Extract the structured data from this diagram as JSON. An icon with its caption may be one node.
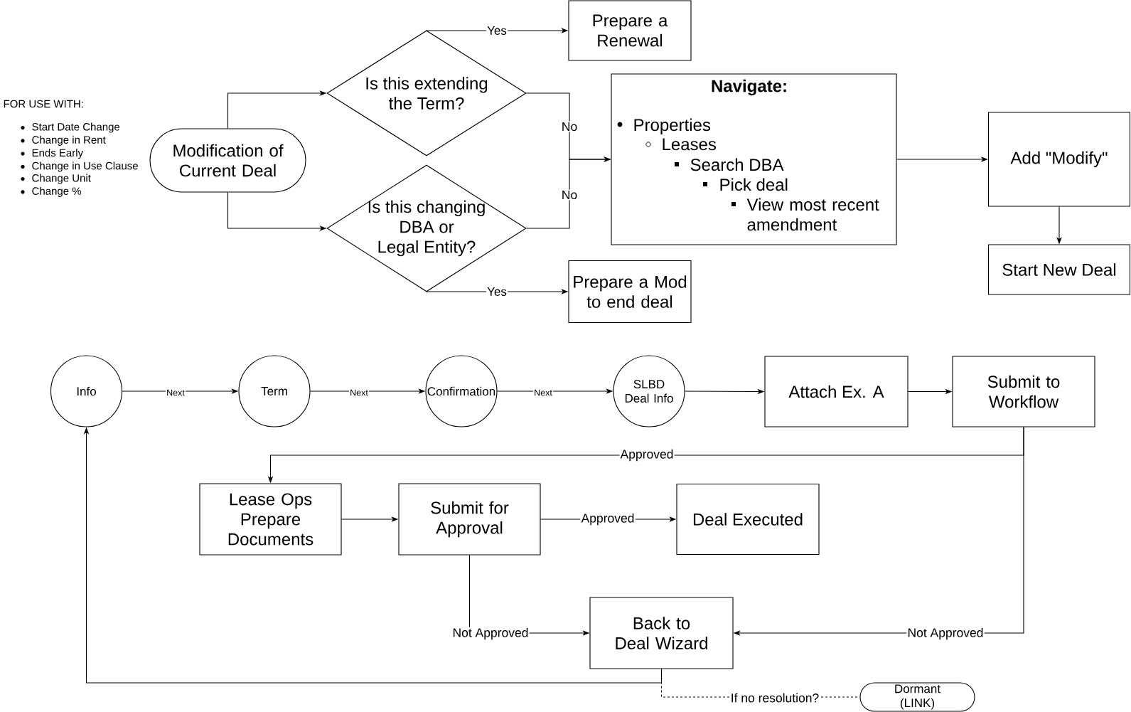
{
  "diagram": {
    "nodes": [
      {
        "text": [
          "Modification of Current Deal"
        ]
      },
      {
        "text": [
          "Is this extending the Term?"
        ]
      },
      {
        "text": [
          "Is this changing DBA or Legal Entity?"
        ]
      },
      {
        "text": [
          "Prepare a Renewal"
        ]
      },
      {
        "text": [
          "Navigate:",
          "Properties",
          "Leases",
          "Search DBA",
          "Pick deal",
          "View most recent amendment"
        ]
      },
      {
        "text": [
          "Add \"Modify\""
        ]
      },
      {
        "text": [
          "Start New Deal"
        ]
      },
      {
        "text": [
          "Prepare a Mod to end deal"
        ]
      },
      {
        "text": [
          "Info"
        ]
      },
      {
        "text": [
          "Term"
        ]
      },
      {
        "text": [
          "Confirmation"
        ]
      },
      {
        "text": [
          "SLBD Deal Info"
        ]
      },
      {
        "text": [
          "Attach Ex. A"
        ]
      },
      {
        "text": [
          "Submit to Workflow"
        ]
      },
      {
        "text": [
          "Lease Ops Prepare Documents"
        ]
      },
      {
        "text": [
          "Submit for Approval"
        ]
      },
      {
        "text": [
          "Deal Executed"
        ]
      },
      {
        "text": [
          "Back to Deal Wizard"
        ]
      },
      {
        "text": [
          "Dormant (LINK)"
        ]
      }
    ],
    "edges": [
      {
        "from": 0,
        "to": 1,
        "arrow": "to"
      },
      {
        "from": 0,
        "to": 2,
        "arrow": "to"
      },
      {
        "from": 1,
        "to": 3,
        "arrow": "to",
        "label": "Yes"
      },
      {
        "from": 1,
        "to": 4,
        "arrow": "to",
        "label": "No"
      },
      {
        "from": 2,
        "to": 4,
        "arrow": "to",
        "label": "No"
      },
      {
        "from": 2,
        "to": 7,
        "arrow": "to",
        "label": "Yes"
      },
      {
        "from": 4,
        "to": 5,
        "arrow": "to"
      },
      {
        "from": 5,
        "to": 6,
        "arrow": "to"
      },
      {
        "from": 8,
        "to": 9,
        "arrow": "to",
        "label": "Next"
      },
      {
        "from": 9,
        "to": 10,
        "arrow": "to",
        "label": "Next"
      },
      {
        "from": 10,
        "to": 11,
        "arrow": "to",
        "label": "Next"
      },
      {
        "from": 11,
        "to": 12,
        "arrow": "to"
      },
      {
        "from": 12,
        "to": 13,
        "arrow": "to"
      },
      {
        "from": 13,
        "to": 14,
        "arrow": "to",
        "label": "Approved"
      },
      {
        "from": 14,
        "to": 15,
        "arrow": "to"
      },
      {
        "from": 15,
        "to": 16,
        "arrow": "to",
        "label": "Approved"
      },
      {
        "from": 15,
        "to": 17,
        "arrow": "to",
        "label": "Not Approved"
      },
      {
        "from": 13,
        "to": 17,
        "arrow": "to",
        "label": "Not Approved"
      },
      {
        "from": 17,
        "to": 8,
        "arrow": "to"
      },
      {
        "from": 17,
        "to": 18,
        "arrow": "none",
        "label": "If no resolution?",
        "style": "dashed"
      }
    ],
    "labels": [
      "FOR USE WITH:",
      "Start Date Change",
      "Change in Rent",
      "Ends Early",
      "Change in Use Clause",
      "Change Unit",
      "Change %"
    ]
  }
}
